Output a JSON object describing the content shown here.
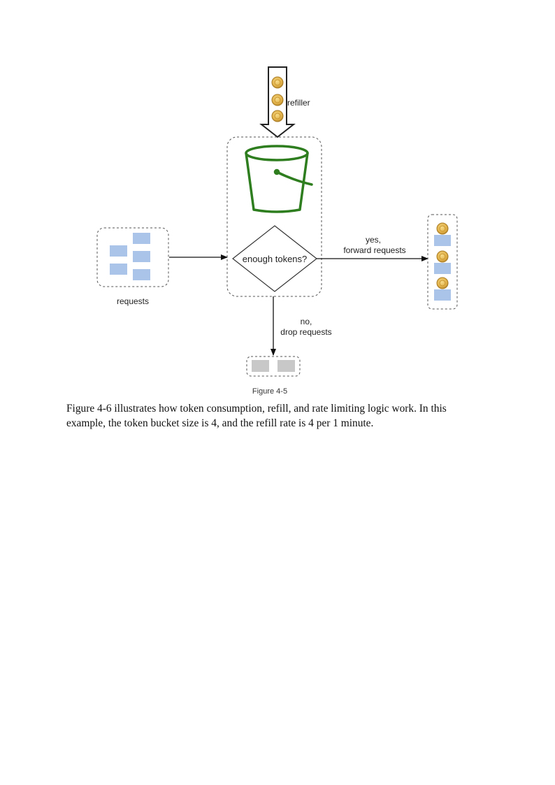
{
  "figure": {
    "refiller_label": "refiller",
    "decision_label": "enough tokens?",
    "requests_label": "requests",
    "yes_label_line1": "yes,",
    "yes_label_line2": "forward requests",
    "no_label_line1": "no,",
    "no_label_line2": "drop requests",
    "caption": "Figure 4-5",
    "icons": [
      "coin-icon",
      "bucket-icon",
      "request-block-icon",
      "dropped-request-icon"
    ],
    "colors": {
      "bucket": "#2e7d1f",
      "request": "#a9c4e8",
      "dropped": "#c8c8c8",
      "coin": "#e2b24a"
    }
  },
  "paragraph": {
    "text": "Figure 4-6 illustrates how token consumption, refill, and rate limiting logic work. In this example, the token bucket size is 4, and the refill rate is 4 per 1 minute."
  }
}
